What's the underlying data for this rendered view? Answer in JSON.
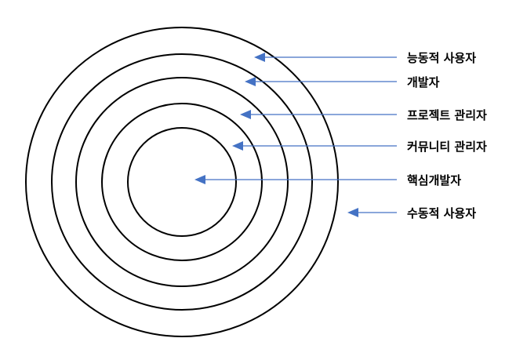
{
  "diagram": {
    "labels": {
      "active_users": "능동적 사용자",
      "developers": "개발자",
      "project_managers": "프로젝트 관리자",
      "community_managers": "커뮤니티 관리자",
      "core_developers": "핵심개발자",
      "passive_users": "수동적 사용자"
    },
    "colors": {
      "ring_stroke": "#000000",
      "arrow": "#4472c4",
      "text": "#000000"
    }
  }
}
